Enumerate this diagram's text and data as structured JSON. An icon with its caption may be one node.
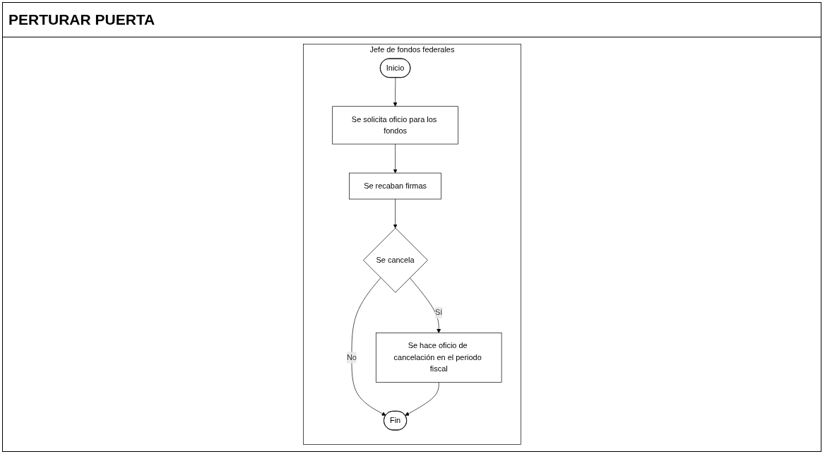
{
  "diagram": {
    "title": "PERTURAR PUERTA",
    "nodes": [
      {
        "text": [
          "Jefe de fondos federales"
        ]
      },
      {
        "text": [
          "Inicio"
        ],
        "in": 0
      },
      {
        "text": [
          "Se solicita oficio para los fondos"
        ],
        "in": 0
      },
      {
        "text": [
          "Se recaban firmas"
        ],
        "in": 0
      },
      {
        "text": [
          "Se cancela"
        ],
        "in": 0
      },
      {
        "text": [
          "Se hace oficio de cancelación en el periodo fiscal"
        ],
        "in": 0
      },
      {
        "text": [
          "Fin"
        ],
        "in": 0
      }
    ],
    "edges": [
      {
        "from": 1,
        "to": 2,
        "arrow": "to"
      },
      {
        "from": 2,
        "to": 3,
        "arrow": "to"
      },
      {
        "from": 3,
        "to": 4,
        "arrow": "to"
      },
      {
        "from": 4,
        "to": 5,
        "label": "Sí",
        "arrow": "to"
      },
      {
        "from": 4,
        "to": 6,
        "label": "No",
        "arrow": "to"
      },
      {
        "from": 5,
        "to": 6,
        "arrow": "to"
      }
    ]
  }
}
